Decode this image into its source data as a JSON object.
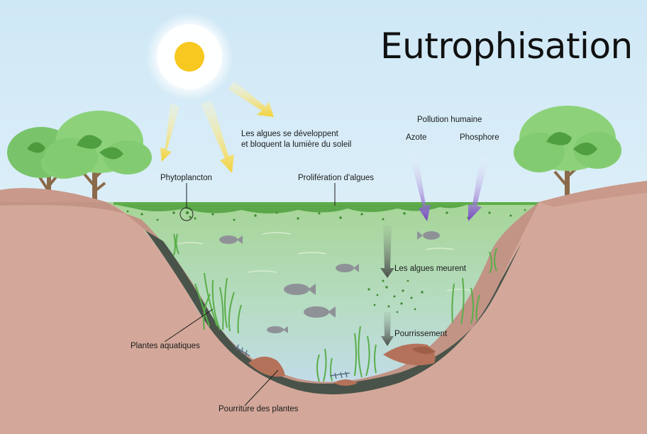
{
  "title": "Eutrophisation",
  "labels": {
    "algae_grow_line1": "Les algues se développent",
    "algae_grow_line2": "et bloquent la lumière du soleil",
    "phytoplankton": "Phytoplancton",
    "algae_bloom": "Prolifération d'algues",
    "human_pollution": "Pollution humaine",
    "nitrogen": "Azote",
    "phosphorus": "Phosphore",
    "algae_die": "Les algues meurent",
    "decay": "Pourrissement",
    "aquatic_plants": "Plantes aquatiques",
    "plant_rot": "Pourriture des plantes"
  },
  "colors": {
    "sky": "#d9eef8",
    "sun": "#f7c81f",
    "sunlight": "#f4d640",
    "earth": "#d9aa9a",
    "water": "#a3d39c",
    "algae": "#5aaa46",
    "pollution": "#7a4fc0",
    "fish": "#8d9196"
  }
}
